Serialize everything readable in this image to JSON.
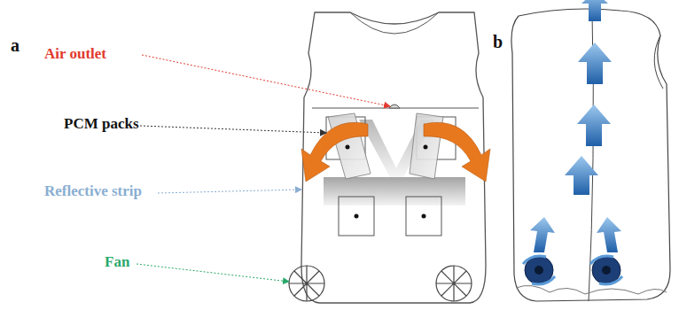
{
  "diagram": {
    "labels": [
      "a",
      "Air outlet",
      "PCM packs",
      "Reflective strip",
      "Fan",
      "b"
    ]
  }
}
